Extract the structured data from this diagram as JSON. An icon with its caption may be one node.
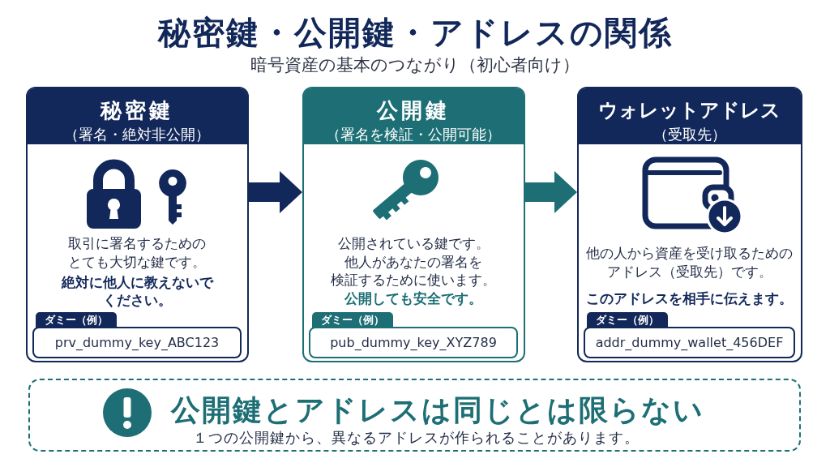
{
  "diagram": {
    "title": "秘密鍵・公開鍵・アドレスの関係",
    "nodes": [
      {
        "text": [
          "秘密鍵",
          "（署名・絶対非公開）",
          "取引に署名するためのとても大切な鍵です。",
          "絶対に他人に教えないでください。"
        ]
      },
      {
        "text": [
          "ダミー（例）",
          "prv_dummy_key_ABC123"
        ],
        "in": 0
      },
      {
        "text": [
          "公開鍵",
          "（署名を検証・公開可能）",
          "公開されている鍵です。他人があなたの署名を検証するために使います。",
          "公開しても安全です。"
        ]
      },
      {
        "text": [
          "ダミー（例）",
          "pub_dummy_key_XYZ789"
        ],
        "in": 2
      },
      {
        "text": [
          "ウォレットアドレス",
          "（受取先）",
          "他の人から資産を受け取るためのアドレス（受取先）です。",
          "このアドレスを相手に伝えます。"
        ]
      },
      {
        "text": [
          "ダミー（例）",
          "addr_dummy_wallet_456DEF"
        ],
        "in": 4
      },
      {
        "text": [
          "公開鍵とアドレスは同じとは限らない",
          "１つの公開鍵から、異なるアドレスが作られることがあります。"
        ]
      }
    ],
    "edges": [
      {
        "from": 0,
        "to": 2,
        "arrow": "to",
        "color": "#13285a"
      },
      {
        "from": 2,
        "to": 4,
        "arrow": "to",
        "color": "#1d6f75"
      }
    ],
    "labels": [
      "暗号資産の基本のつながり（初心者向け）"
    ]
  }
}
